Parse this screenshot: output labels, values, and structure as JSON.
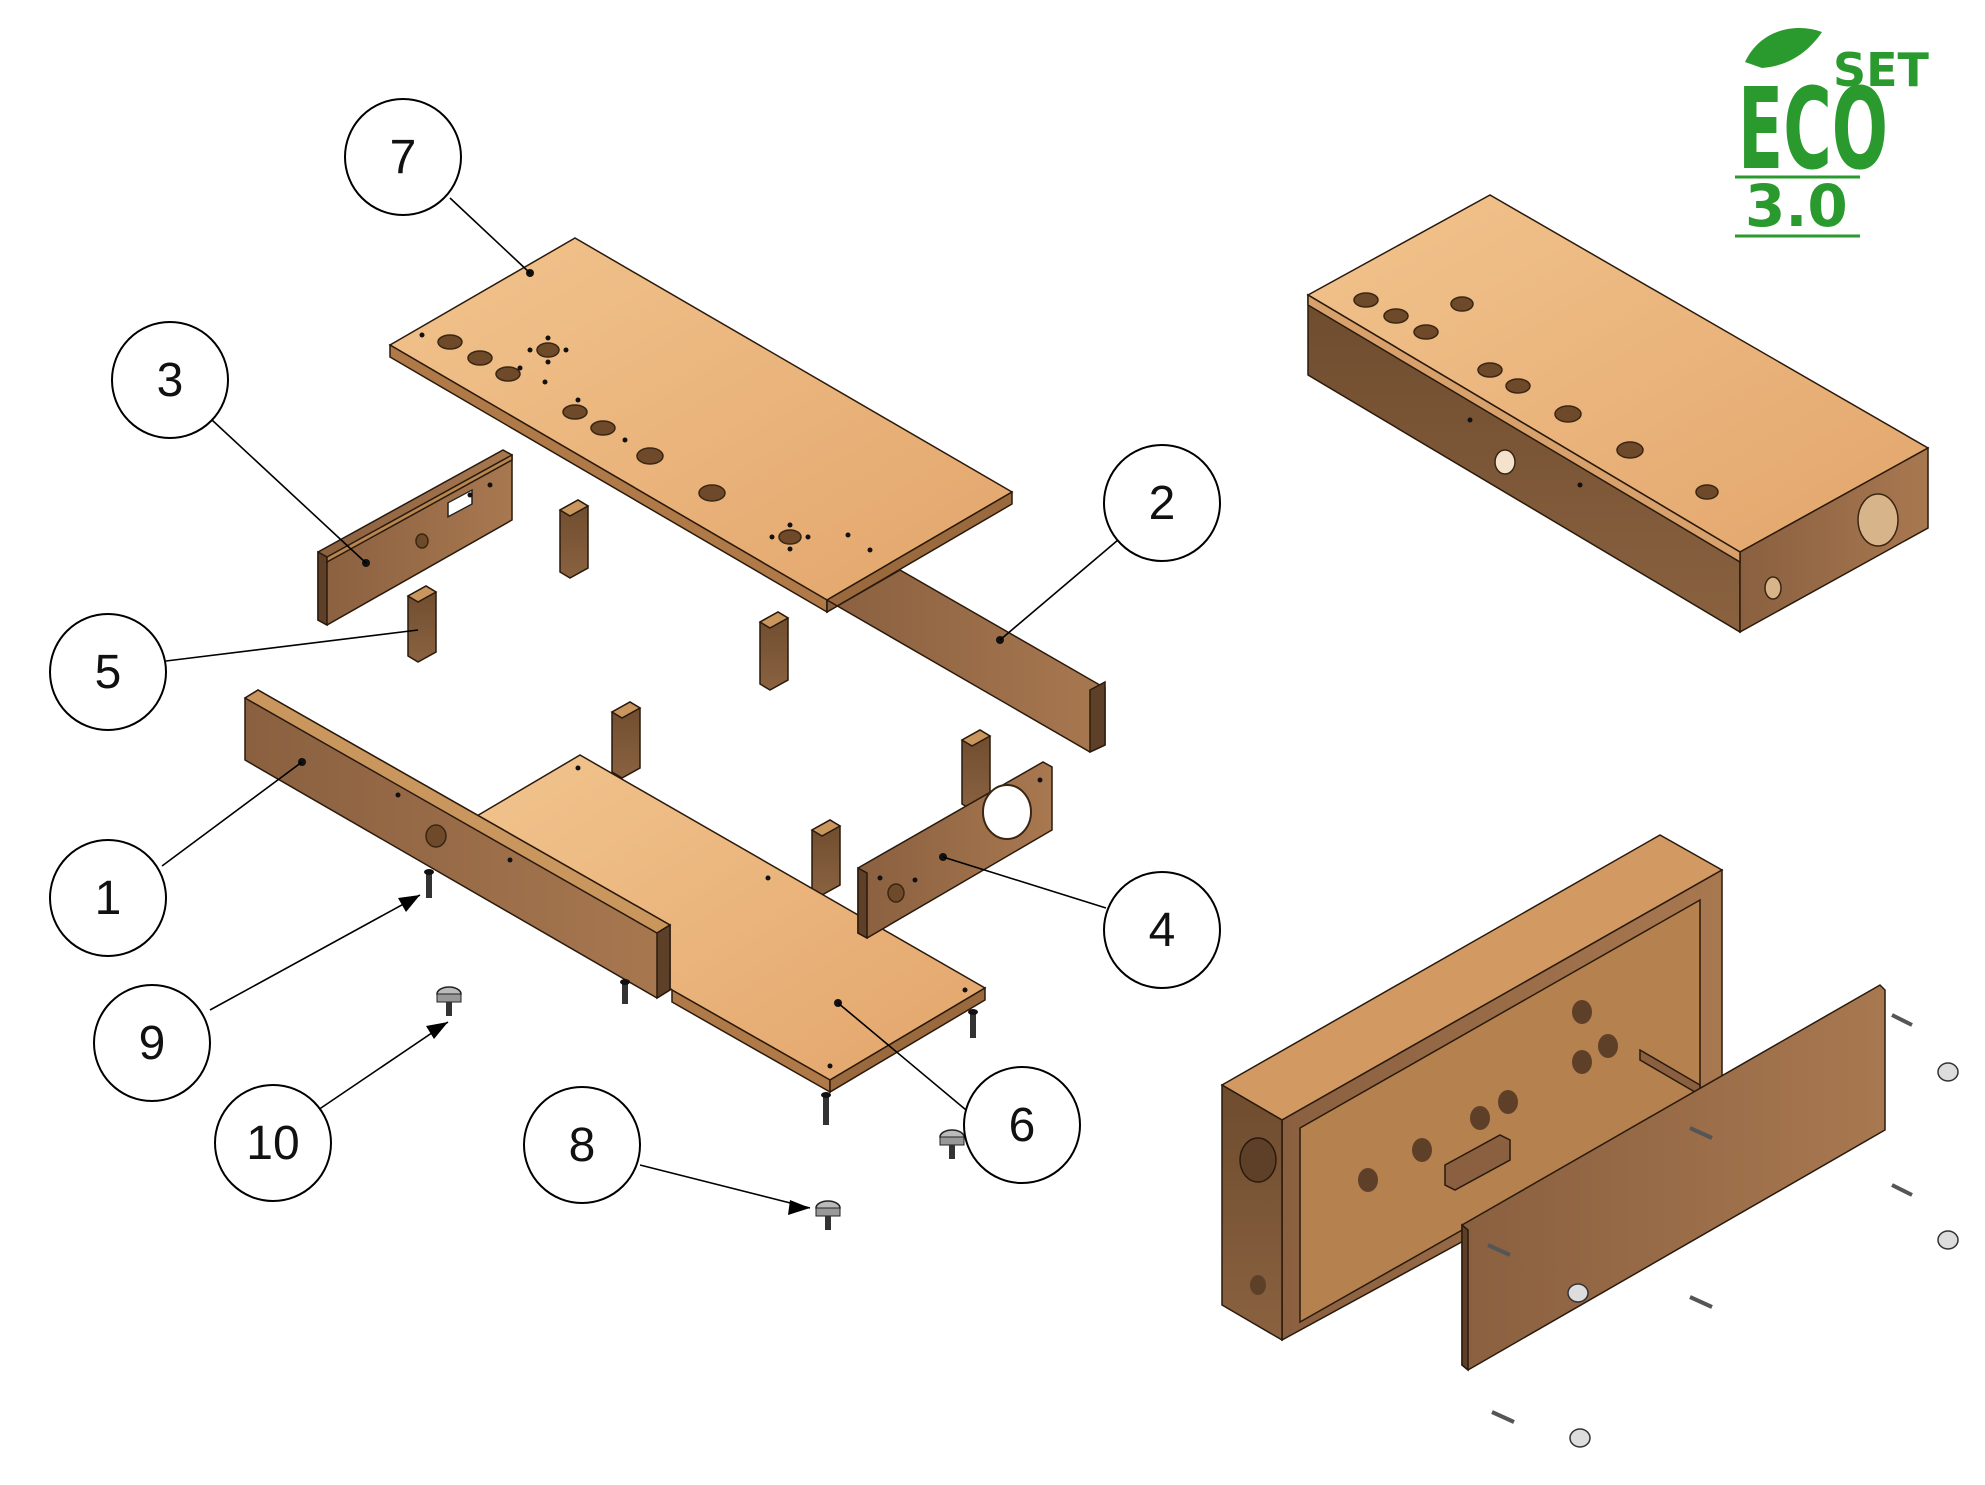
{
  "logo": {
    "letters": "ECO",
    "set": "SET",
    "version": "3.0"
  },
  "colors": {
    "wood_light": "#e9b27a",
    "wood_mid": "#c98a52",
    "wood_dark": "#7a5636",
    "wood_side": "#9b6b42",
    "logo_green": "#2a9a2e"
  },
  "callouts": [
    {
      "id": "callout-1",
      "label": "1"
    },
    {
      "id": "callout-2",
      "label": "2"
    },
    {
      "id": "callout-3",
      "label": "3"
    },
    {
      "id": "callout-4",
      "label": "4"
    },
    {
      "id": "callout-5",
      "label": "5"
    },
    {
      "id": "callout-6",
      "label": "6"
    },
    {
      "id": "callout-7",
      "label": "7"
    },
    {
      "id": "callout-8",
      "label": "8"
    },
    {
      "id": "callout-9",
      "label": "9"
    },
    {
      "id": "callout-10",
      "label": "10"
    }
  ]
}
